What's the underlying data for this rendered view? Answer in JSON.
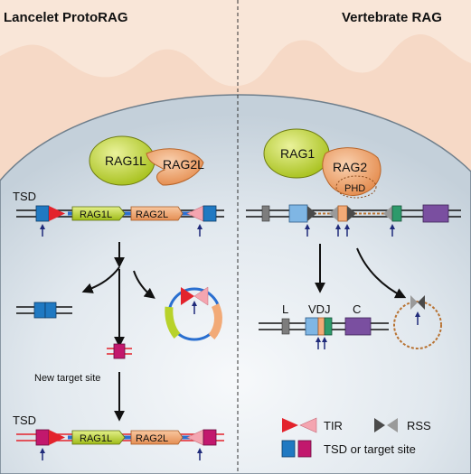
{
  "headers": {
    "left": "Lancelet ProtoRAG",
    "right": "Vertebrate RAG"
  },
  "left_panel": {
    "proteins": {
      "rag1": "RAG1L",
      "rag2": "RAG2L"
    },
    "tsd_label": "TSD",
    "gene_rag1": "RAG1L",
    "gene_rag2": "RAG2L",
    "new_target_label": "New target site",
    "bottom_tsd_label": "TSD",
    "bottom_gene_rag1": "RAG1L",
    "bottom_gene_rag2": "RAG2L"
  },
  "right_panel": {
    "proteins": {
      "rag1": "RAG1",
      "rag2": "RAG2",
      "phd": "PHD"
    },
    "segment_labels": {
      "l": "L",
      "vdj": "VDJ",
      "c": "C"
    }
  },
  "legend": {
    "tir": "TIR",
    "rss": "RSS",
    "tsd": "TSD or target site"
  },
  "colors": {
    "background_pink": "#f6d9c6",
    "nucleus": "#dde5ec",
    "rag1_green": "#c2d82c",
    "rag2_orange": "#f2aa77",
    "tir_red": "#e3232c",
    "tir_pink": "#f4a5b0",
    "tsd_blue": "#2079c2",
    "tsd_magenta": "#c2186d",
    "vgene_blue": "#7fb6e4",
    "jgene_green": "#2e9a6b",
    "cgene_purple": "#7a4fa0",
    "lgene_gray": "#7d7d7d",
    "circle_brown": "#b87333",
    "arrow_navy": "#1f2a7a"
  }
}
